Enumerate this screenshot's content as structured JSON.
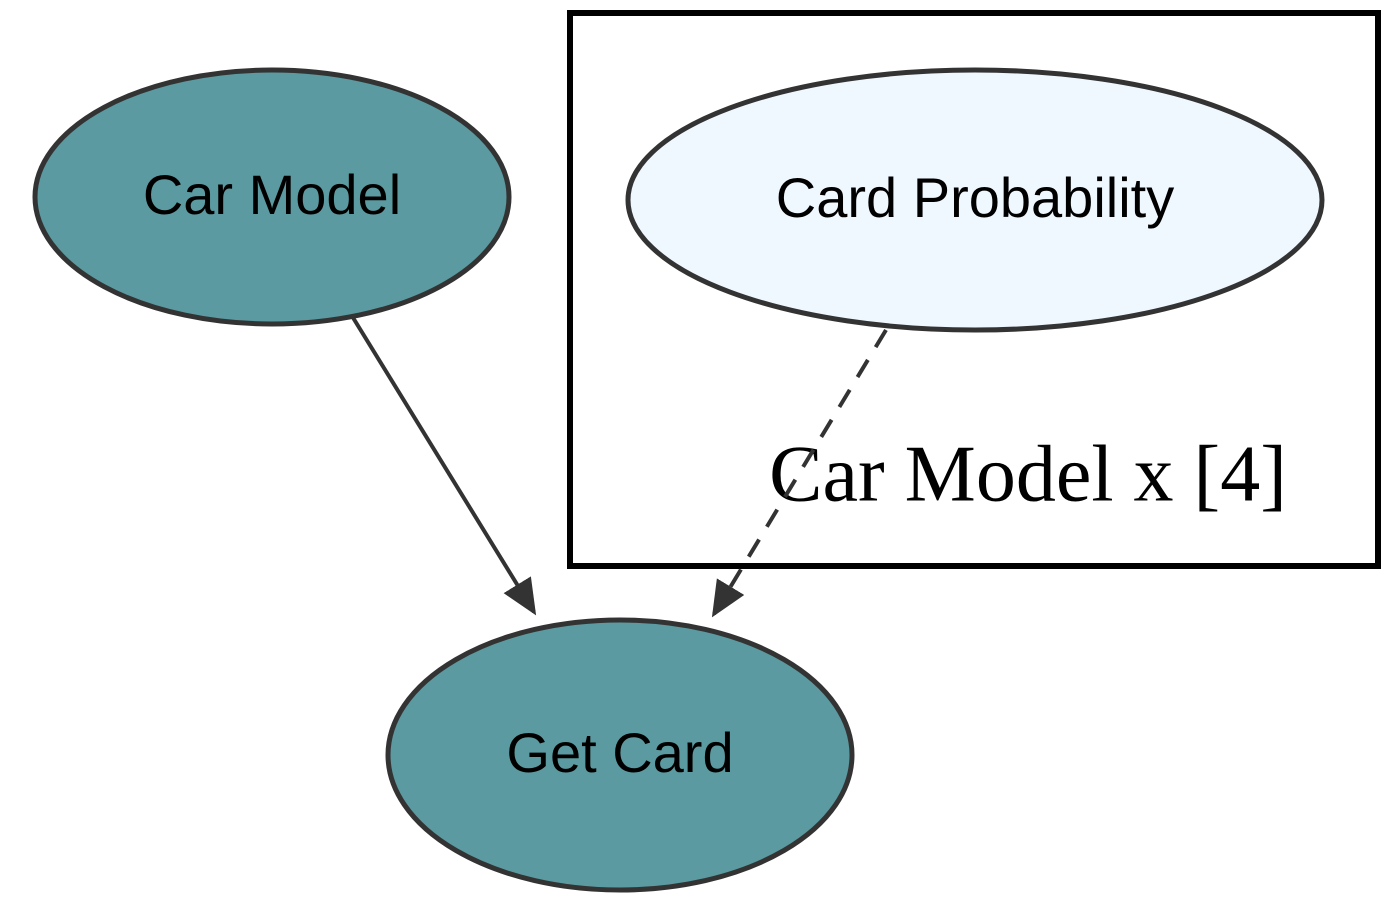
{
  "diagram": {
    "type": "bayesian-network-plate-diagram",
    "nodes": {
      "car_model": {
        "label": "Car Model",
        "fill": "#5b9aa0",
        "stroke": "#333333"
      },
      "card_probability": {
        "label": "Card Probability",
        "fill": "#f0f8ff",
        "stroke": "#333333"
      },
      "get_card": {
        "label": "Get Card",
        "fill": "#5b9aa0",
        "stroke": "#333333"
      }
    },
    "plate": {
      "label": "Car Model x [4]",
      "stroke": "#000000"
    },
    "edges": [
      {
        "from": "car_model",
        "to": "get_card",
        "style": "solid"
      },
      {
        "from": "card_probability",
        "to": "get_card",
        "style": "dashed"
      }
    ],
    "colors": {
      "edge_stroke": "#333333",
      "background": "#ffffff"
    }
  }
}
